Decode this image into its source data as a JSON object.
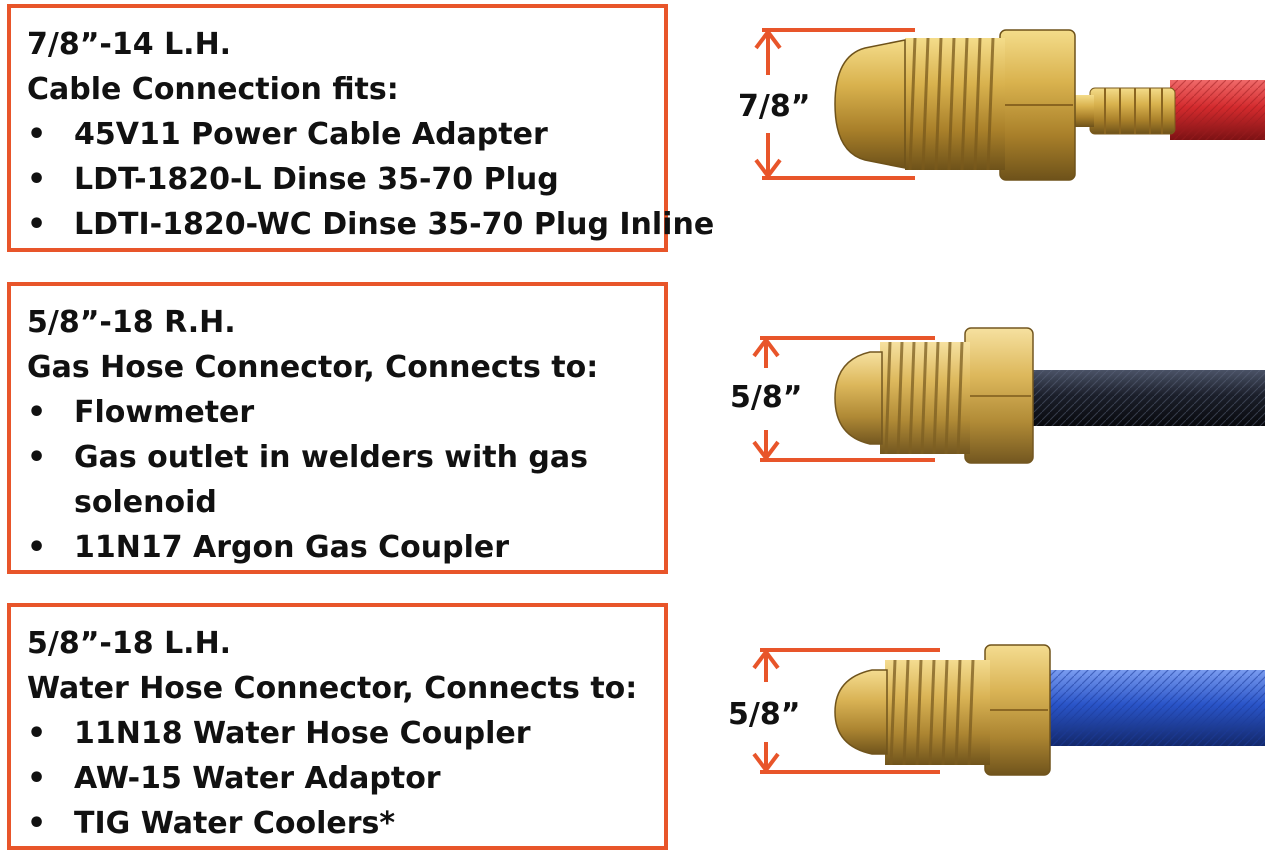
{
  "connectors": [
    {
      "heading": "7/8”-14 L.H.",
      "subheading": "Cable Connection fits:",
      "items": [
        "45V11 Power Cable Adapter",
        "LDT-1820-L Dinse 35-70 Plug",
        "LDTI-1820-WC Dinse 35-70 Plug Inline"
      ],
      "dimension": "7/8”",
      "hose_color": "#d42b2e"
    },
    {
      "heading": "5/8”-18 R.H.",
      "subheading": "Gas Hose Connector, Connects to:",
      "items": [
        "Flowmeter",
        "Gas outlet in welders with gas",
        "solenoid",
        "11N17 Argon Gas Coupler"
      ],
      "dimension": "5/8”",
      "hose_color": "#1b1f2a"
    },
    {
      "heading": "5/8”-18 L.H.",
      "subheading": "Water Hose Connector, Connects to:",
      "items": [
        "11N18 Water Hose Coupler",
        "AW-15 Water Adaptor",
        "TIG Water Coolers*"
      ],
      "dimension": "5/8”",
      "hose_color": "#2a55c9"
    }
  ],
  "bullet_symbol": "•",
  "colors": {
    "box_border": "#e8552a",
    "dimension_arrow": "#e8552a",
    "brass": "#c9a341"
  }
}
